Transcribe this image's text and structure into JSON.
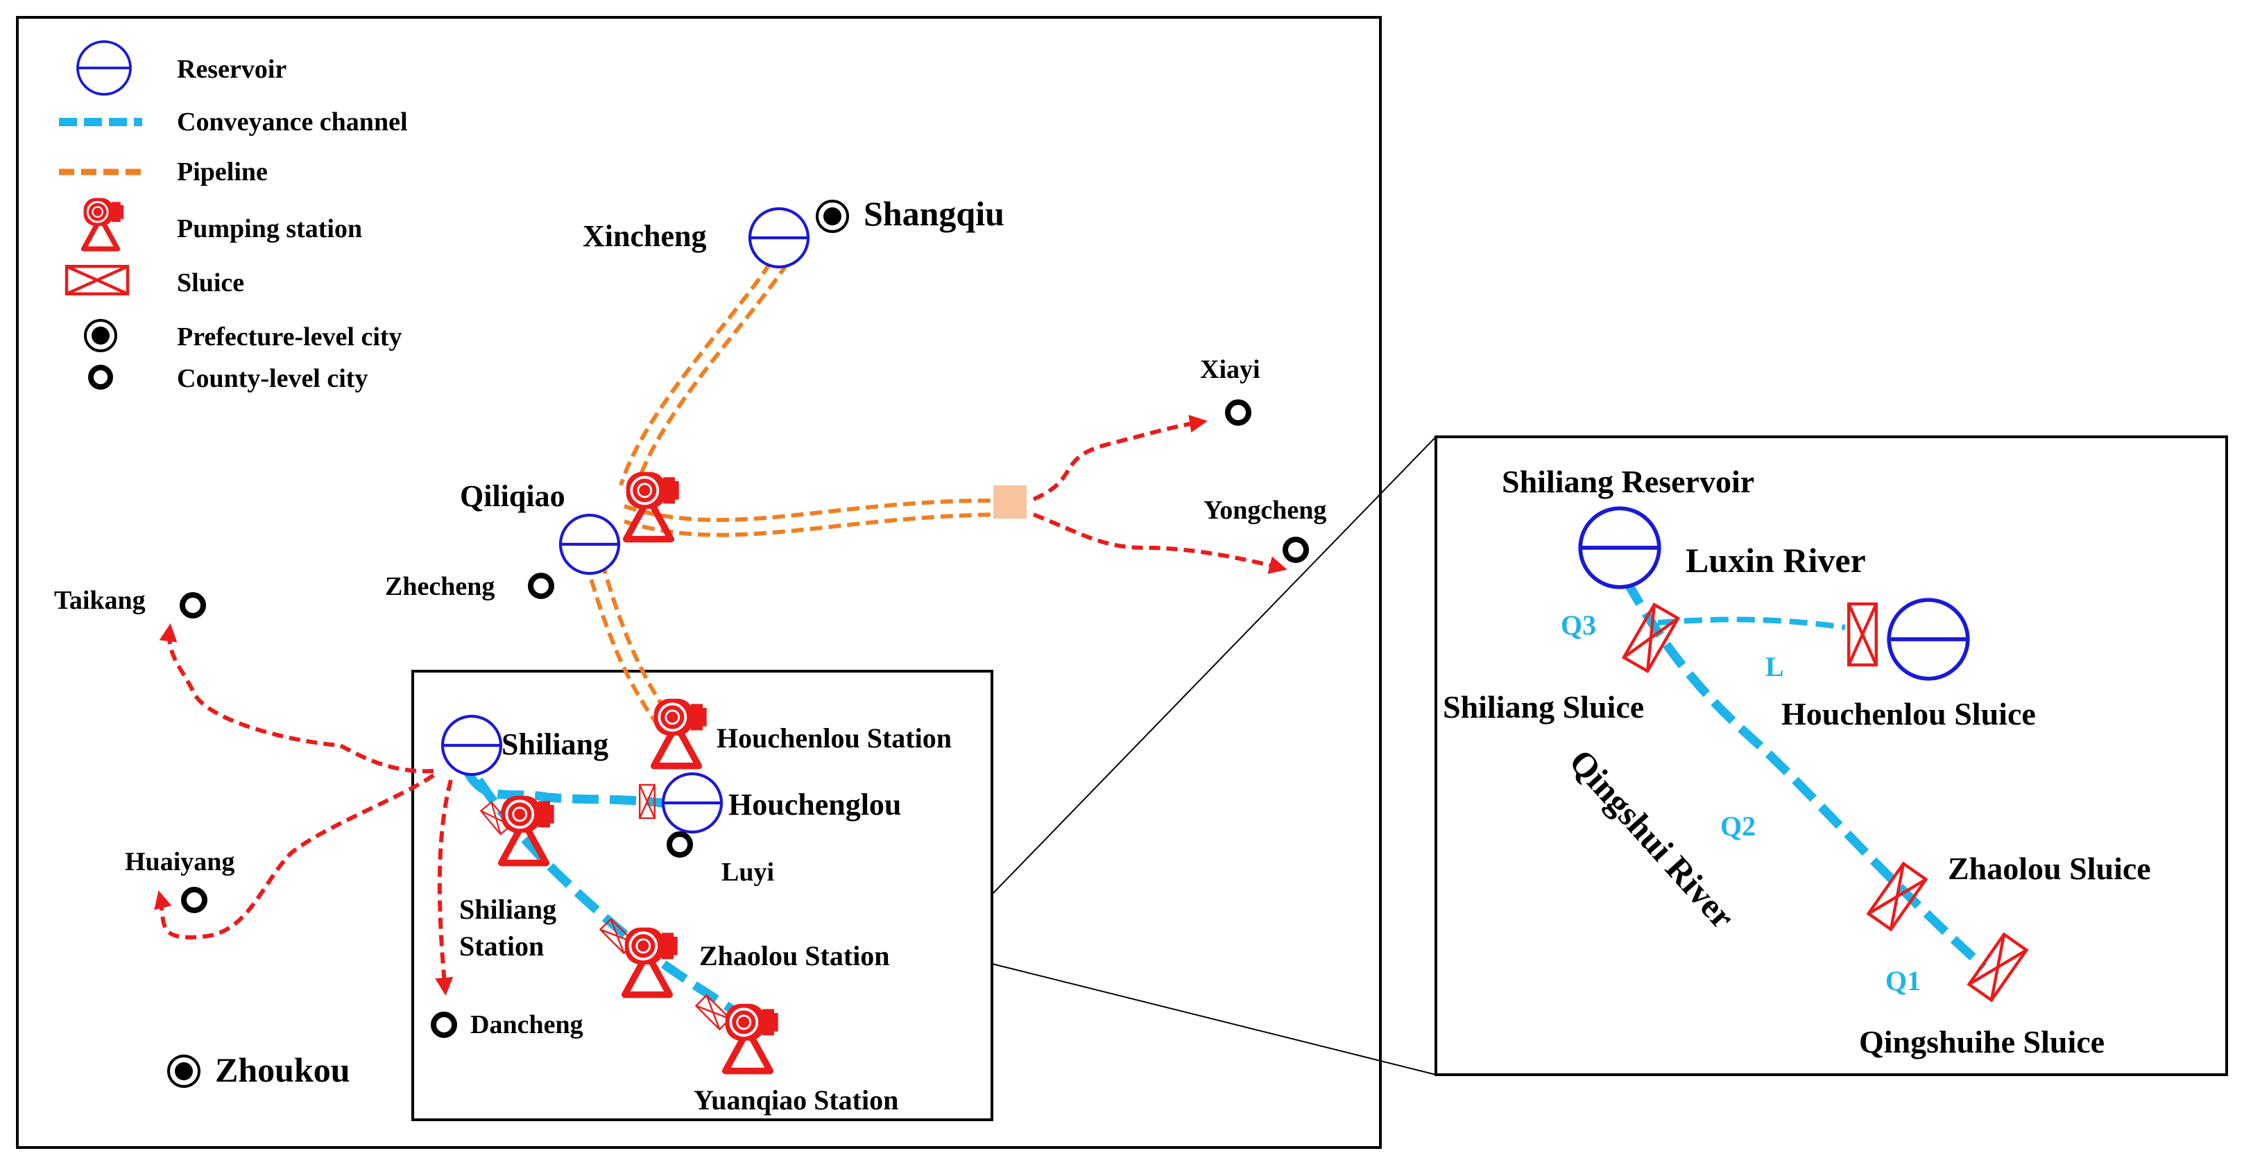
{
  "legend": {
    "reservoir": "Reservoir",
    "channel": "Conveyance channel",
    "pipeline": "Pipeline",
    "pumping": "Pumping station",
    "sluice": "Sluice",
    "prefecture": "Prefecture-level city",
    "county": "County-level city"
  },
  "places": {
    "xincheng": "Xincheng",
    "shangqiu": "Shangqiu",
    "xiayi": "Xiayi",
    "qiliqiao": "Qiliqiao",
    "yongcheng": "Yongcheng",
    "zhecheng": "Zhecheng",
    "taikang": "Taikang",
    "shiliang": "Shiliang",
    "houchenlou_station": "Houchenlou Station",
    "houchenglou": "Houchenglou",
    "luyi": "Luyi",
    "huaiyang": "Huaiyang",
    "shiliang_station_1": "Shiliang",
    "shiliang_station_2": "Station",
    "zhaolou_station": "Zhaolou Station",
    "dancheng": "Dancheng",
    "zhoukou": "Zhoukou",
    "yuanqiao_station": "Yuanqiao Station"
  },
  "inset": {
    "shiliang_reservoir": "Shiliang  Reservoir",
    "luxin_river": "Luxin River",
    "q3": "Q3",
    "l": "L",
    "shiliang_sluice": "Shiliang Sluice",
    "houchenlou_sluice": "Houchenlou Sluice",
    "qingshui_river": "Qingshui River",
    "q2": "Q2",
    "zhaolou_sluice": "Zhaolou Sluice",
    "q1": "Q1",
    "qingshuihe_sluice": "Qingshuihe Sluice"
  },
  "colors": {
    "channel": "#1cb4ea",
    "pipeline": "#f07f22",
    "route": "#ea1b1b",
    "reservoir": "#0b0bd8",
    "pumping": "#ea1b1b"
  }
}
